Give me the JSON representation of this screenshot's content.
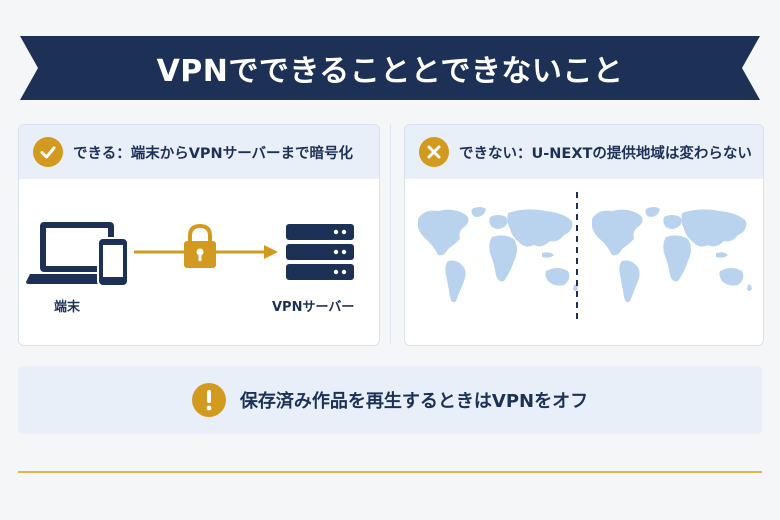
{
  "title": "VPNでできることとできないこと",
  "can": {
    "heading": "できる：端末からVPNサーバーまで暗号化",
    "device_label": "端末",
    "server_label": "VPNサーバー"
  },
  "cannot": {
    "heading": "できない：U-NEXTの提供地域は変わらない"
  },
  "notice": {
    "text": "保存済み作品を再生するときはVPNをオフ"
  },
  "colors": {
    "navy": "#1d3157",
    "gold": "#d29a1e",
    "light_blue": "#e8eff8",
    "map_blue": "#b9d3ee"
  },
  "icons": {
    "can_badge": "check-icon",
    "cannot_badge": "cross-icon",
    "notice": "exclamation-icon",
    "device": "laptop-phone-icon",
    "lock": "padlock-icon",
    "server": "server-icon",
    "map": "world-map-icon"
  }
}
